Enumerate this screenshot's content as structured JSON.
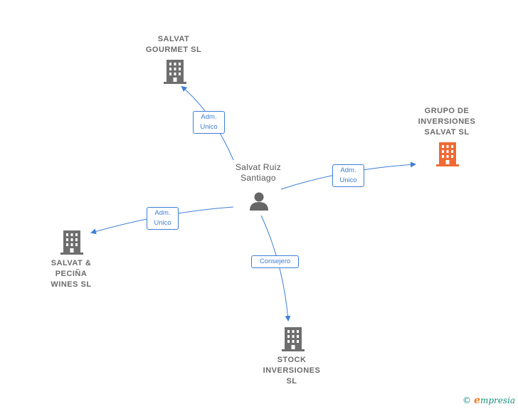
{
  "nodes": {
    "person": {
      "name": "Salvat Ruiz\nSantiago"
    },
    "gourmet": {
      "name": "SALVAT\nGOURMET  SL"
    },
    "grupo": {
      "name": "GRUPO DE\nINVERSIONES\nSALVAT  SL"
    },
    "pecina": {
      "name": "SALVAT &\nPECIÑA\nWINES  SL"
    },
    "stock": {
      "name": "STOCK\nINVERSIONES\nSL"
    }
  },
  "edges": {
    "gourmet": "Adm.\nUnico",
    "grupo": "Adm.\nUnico",
    "pecina": "Adm.\nUnico",
    "stock": "Consejero"
  },
  "colors": {
    "edge": "#3d7fd6",
    "building": "#6e6e6e",
    "highlight": "#f06a35",
    "person": "#666666"
  },
  "footer": {
    "copyright": "©",
    "brand_initial": "e",
    "brand_rest": "mpresia"
  }
}
